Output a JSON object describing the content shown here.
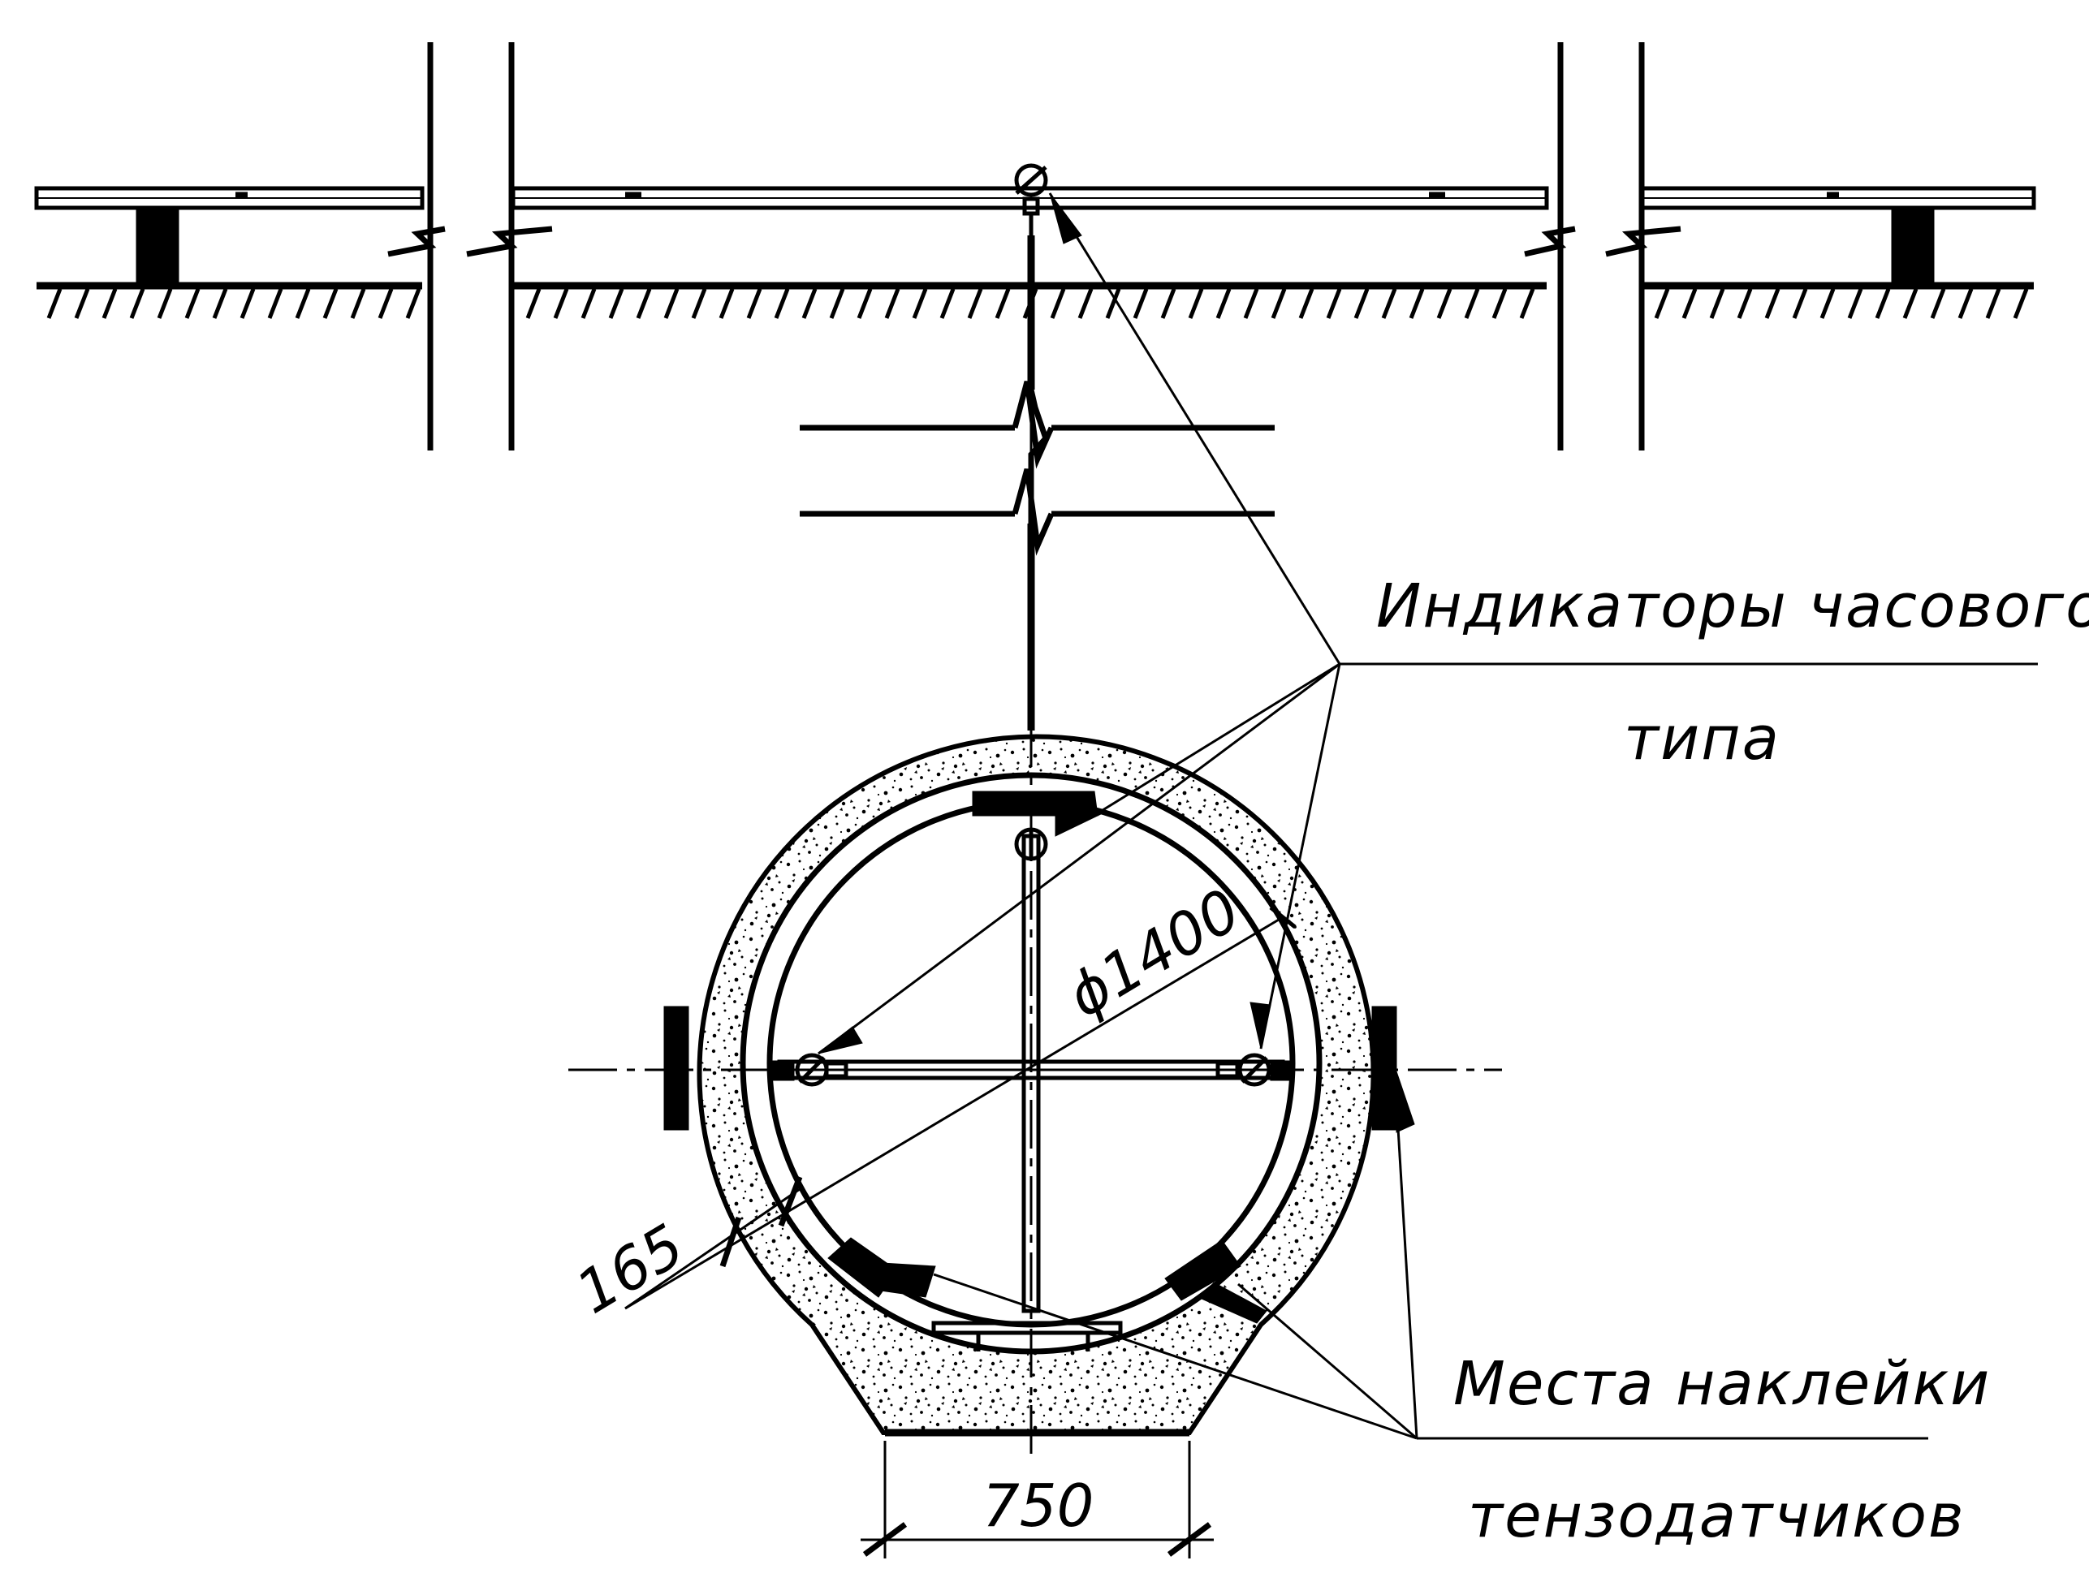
{
  "labels": {
    "indicators_line1": "Индикаторы часового",
    "indicators_line2": "типа",
    "gauges_line1": "Места наклейки",
    "gauges_line2": "тензодатчиков"
  },
  "dimensions": {
    "diameter": "ϕ1400",
    "wall": "165",
    "base": "750"
  }
}
